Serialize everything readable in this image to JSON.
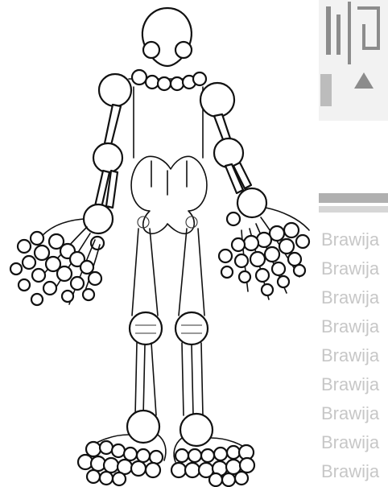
{
  "figure": {
    "subject": "skeleton-joint-diagram",
    "line_color": "#111111",
    "background": "#ffffff"
  },
  "watermark": {
    "lines": [
      "Brawija",
      "Brawija",
      "Brawija",
      "Brawija",
      "Brawija",
      "Brawija",
      "Brawija",
      "Brawija",
      "Brawija"
    ],
    "color": "#c7c7c7"
  }
}
